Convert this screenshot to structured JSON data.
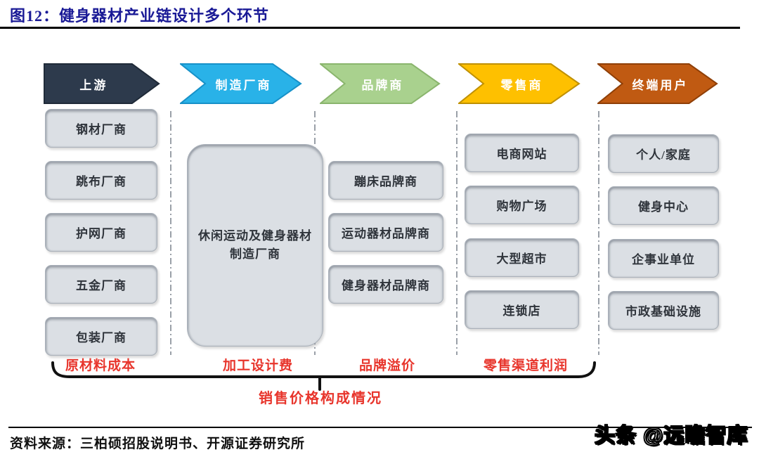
{
  "figure": {
    "title": "图12：健身器材产业链设计多个环节",
    "brace_label": "销售价格构成情况",
    "source": "资料来源：三柏硕招股说明书、开源证券研究所",
    "watermark": "头条 @远瞻智库"
  },
  "colors": {
    "title_navy": "#1a1a96",
    "red_label": "#e8352c",
    "node_fill": "#dbdfe4",
    "upstream_fill": "#2d3a4c",
    "manufacturer_fill": "#29b2e8",
    "brand_fill": "#a9d18e",
    "retailer_fill": "#fec000",
    "enduser_fill": "#c05a12"
  },
  "columns": [
    {
      "id": "upstream",
      "header": "上游",
      "fill": "#2d3a4c",
      "stroke": "#1f2a38",
      "items": [
        "钢材厂商",
        "跳布厂商",
        "护网厂商",
        "五金厂商",
        "包装厂商"
      ],
      "cost_label": "原材料成本"
    },
    {
      "id": "manufacturer",
      "header": "制造厂商",
      "fill": "#29b2e8",
      "stroke": "#1791c8",
      "items": [
        "休闲运动及健身器材制造厂商"
      ],
      "cost_label": "加工设计费"
    },
    {
      "id": "brand",
      "header": "品牌商",
      "fill": "#a9d18e",
      "stroke": "#8ab56d",
      "items": [
        "蹦床品牌商",
        "运动器材品牌商",
        "健身器材品牌商"
      ],
      "cost_label": "品牌溢价"
    },
    {
      "id": "retailer",
      "header": "零售商",
      "fill": "#fec000",
      "stroke": "#bf9000",
      "items": [
        "电商网站",
        "购物广场",
        "大型超市",
        "连锁店"
      ],
      "cost_label": "零售渠道利润"
    },
    {
      "id": "end-user",
      "header": "终端用户",
      "fill": "#c05a12",
      "stroke": "#8f3f07",
      "items": [
        "个人/家庭",
        "健身中心",
        "企事业单位",
        "市政基础设施"
      ],
      "cost_label": ""
    }
  ]
}
